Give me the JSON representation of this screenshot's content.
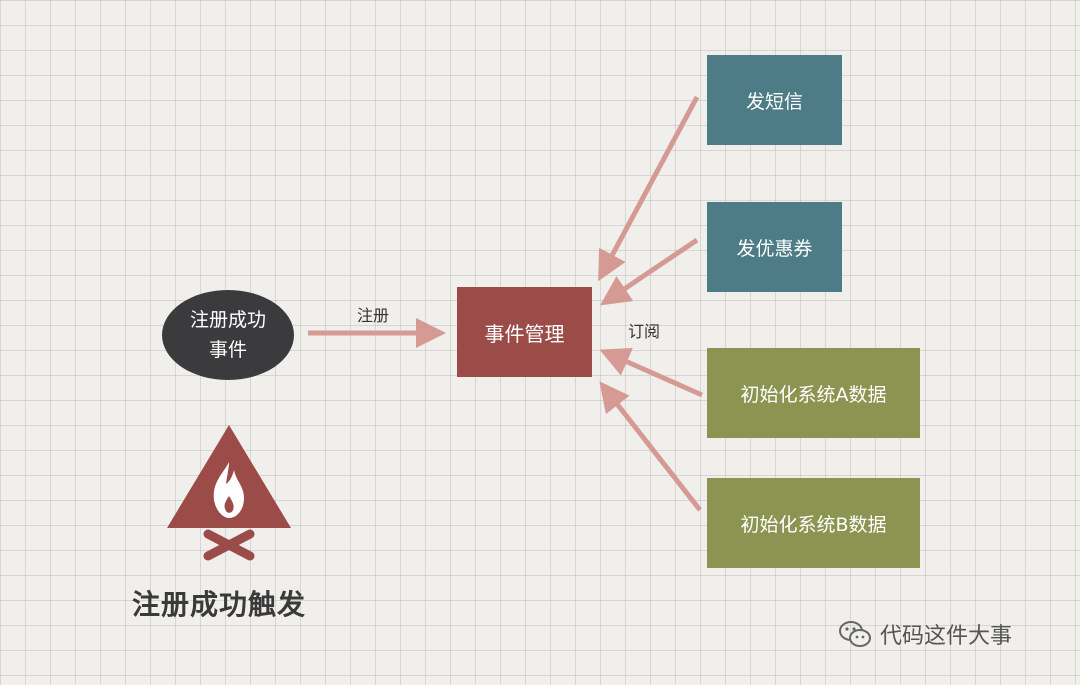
{
  "nodes": {
    "trigger": "注册成功事件",
    "manager": "事件管理",
    "subscribers": [
      "发短信",
      "发优惠券",
      "初始化系统A数据",
      "初始化系统B数据"
    ]
  },
  "edge_labels": {
    "register": "注册",
    "subscribe": "订阅"
  },
  "caption": "注册成功触发",
  "watermark": "代码这件大事",
  "colors": {
    "arrow": "#d59a94",
    "trigger": "#3b3b3d",
    "manager": "#9b4c49",
    "teal": "#4d7b86",
    "olive": "#8b9451",
    "fire": "#9b4c49"
  }
}
